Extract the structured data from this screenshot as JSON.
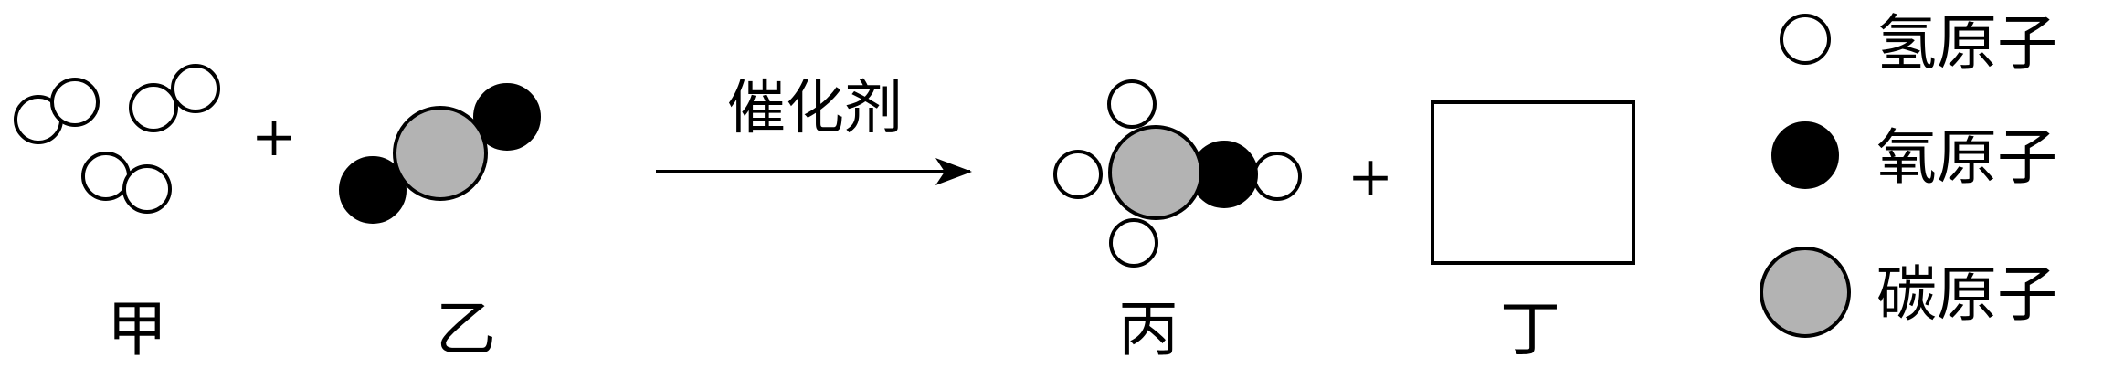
{
  "catalyst": "催化剂",
  "plus": "+",
  "molecules": {
    "jia": "甲",
    "yi": "乙",
    "bing": "丙",
    "ding": "丁"
  },
  "legend": {
    "hydrogen": "氢原子",
    "oxygen": "氧原子",
    "carbon": "碳原子"
  },
  "colors": {
    "hydrogen_fill": "#ffffff",
    "oxygen_fill": "#000000",
    "carbon_fill": "#b3b3b3",
    "stroke": "#000000"
  }
}
